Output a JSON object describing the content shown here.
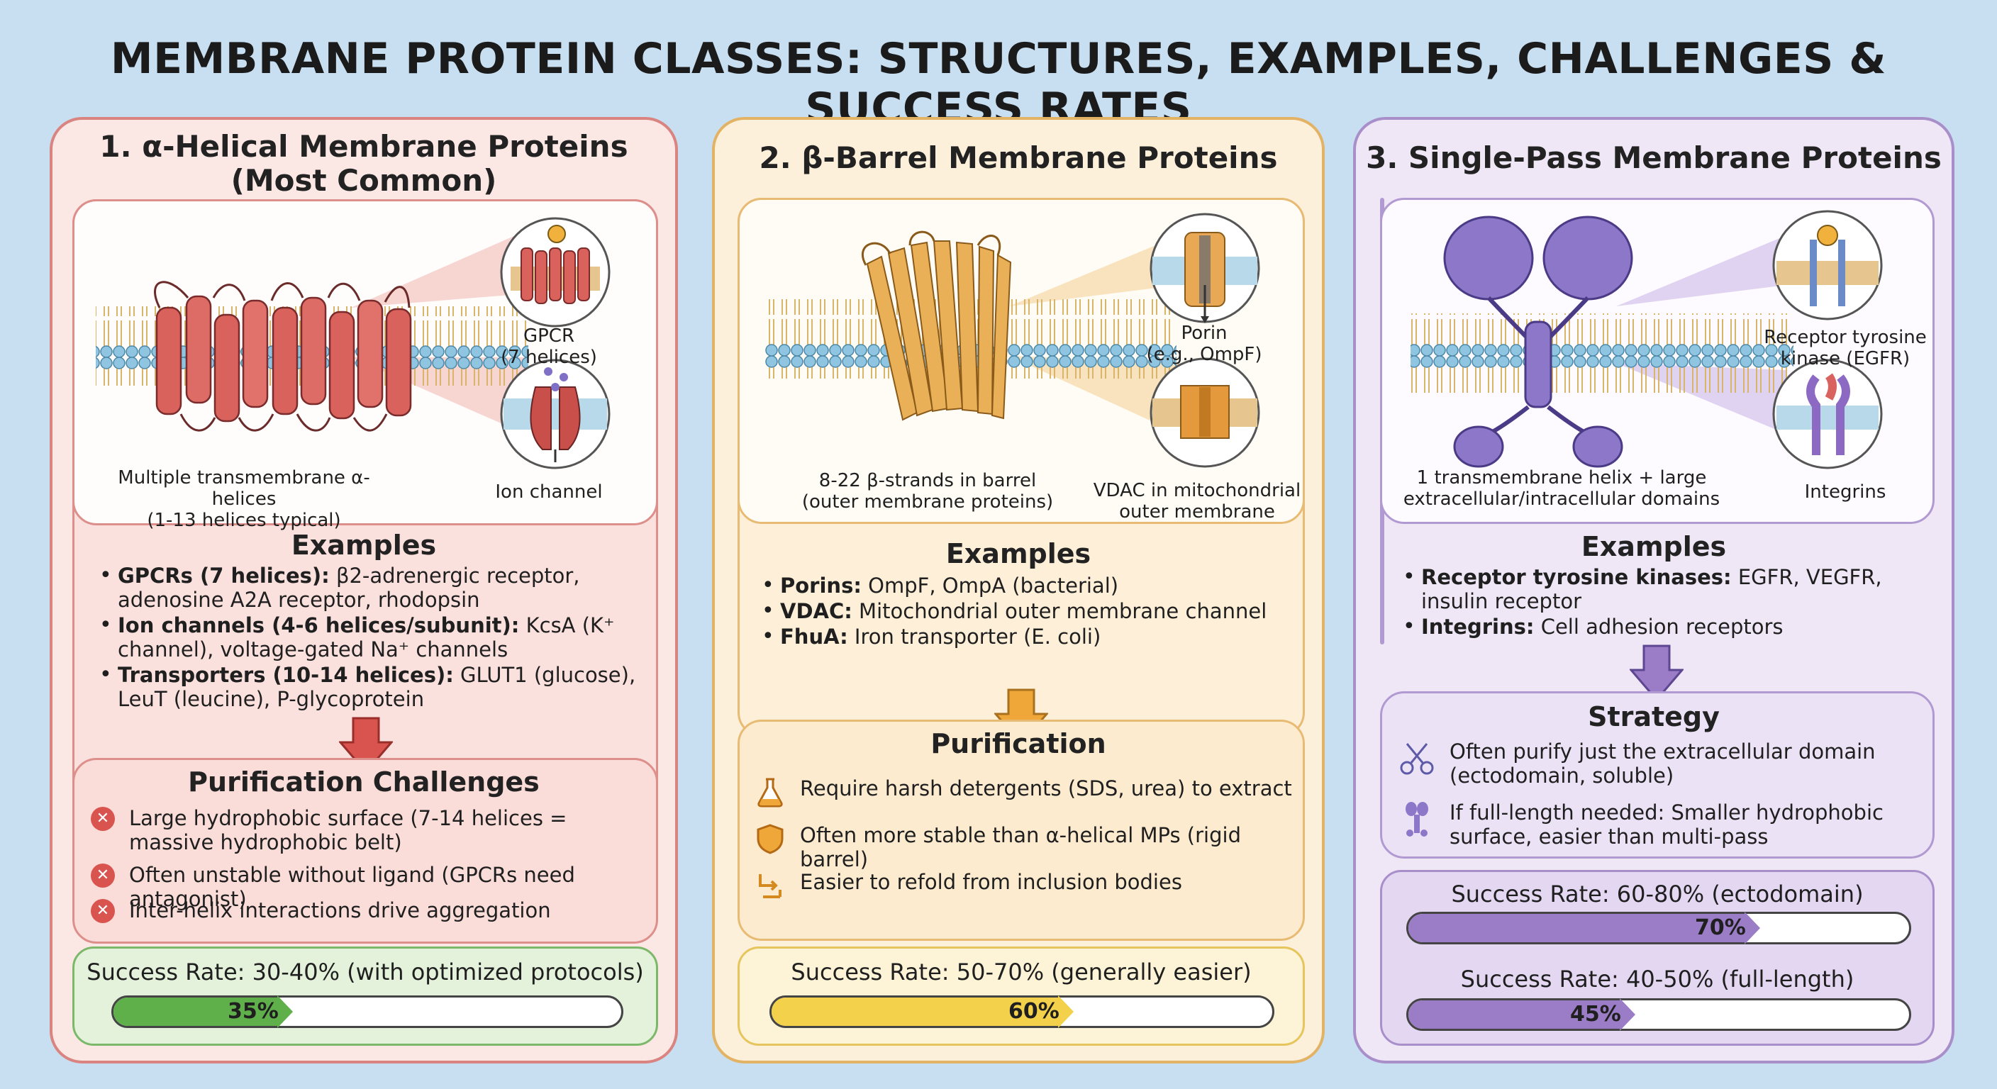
{
  "title": "MEMBRANE PROTEIN CLASSES: STRUCTURES, EXAMPLES, CHALLENGES & SUCCESS RATES",
  "col1": {
    "title_line1": "1. α-Helical Membrane Proteins",
    "title_line2": "(Most Common)",
    "diagram_caption_line1": "Multiple transmembrane α-helices",
    "diagram_caption_line2": "(1-13 helices typical)",
    "inset1_line1": "GPCR",
    "inset1_line2": "(7 helices)",
    "inset2": "Ion channel",
    "examples_title": "Examples",
    "examples": [
      {
        "bold": "GPCRs (7 helices):",
        "text": " β2-adrenergic receptor, adenosine A2A receptor, rhodopsin"
      },
      {
        "bold": "Ion channels (4-6 helices/subunit):",
        "text": " KcsA (K⁺ channel), voltage-gated Na⁺ channels"
      },
      {
        "bold": "Transporters (10-14 helices):",
        "text": " GLUT1 (glucose), LeuT (leucine), P-glycoprotein"
      }
    ],
    "challenges_title": "Purification Challenges",
    "challenges": [
      "Large hydrophobic surface (7-14 helices = massive hydrophobic belt)",
      "Often unstable without ligand (GPCRs need antagonist)",
      "Inter-helix interactions drive aggregation"
    ],
    "success_label": "Success Rate: 30-40% (with optimized protocols)",
    "success_pct_label": "35%",
    "success_value": 35,
    "bar_color": "#5fb04a"
  },
  "col2": {
    "title": "2. β-Barrel Membrane Proteins",
    "diagram_caption_line1": "8-22 β-strands in barrel",
    "diagram_caption_line2": "(outer membrane proteins)",
    "inset1_line1": "Porin",
    "inset1_line2": "(e.g., OmpF)",
    "inset2_line1": "VDAC in mitochondrial",
    "inset2_line2": "outer membrane",
    "examples_title": "Examples",
    "examples": [
      {
        "bold": "Porins:",
        "text": " OmpF, OmpA (bacterial)"
      },
      {
        "bold": "VDAC:",
        "text": " Mitochondrial outer membrane channel"
      },
      {
        "bold": "FhuA:",
        "text": " Iron transporter (E. coli)"
      }
    ],
    "purification_title": "Purification",
    "purification": [
      {
        "icon": "flask-icon",
        "text": "Require harsh detergents (SDS, urea) to extract"
      },
      {
        "icon": "shield-icon",
        "text": "Often more stable than α-helical MPs (rigid barrel)"
      },
      {
        "icon": "refold-arrows-icon",
        "text": "Easier to refold from inclusion bodies"
      }
    ],
    "success_label": "Success Rate: 50-70% (generally easier)",
    "success_pct_label": "60%",
    "success_value": 60,
    "bar_color": "#f4d14a"
  },
  "col3": {
    "title": "3. Single-Pass Membrane Proteins",
    "diagram_caption_line1": "1 transmembrane helix + large",
    "diagram_caption_line2": "extracellular/intracellular domains",
    "inset1_line1": "Receptor tyrosine",
    "inset1_line2": "kinase (EGFR)",
    "inset2": "Integrins",
    "examples_title": "Examples",
    "examples": [
      {
        "bold": "Receptor tyrosine kinases:",
        "text": " EGFR, VEGFR, insulin receptor"
      },
      {
        "bold": "Integrins:",
        "text": " Cell adhesion receptors"
      }
    ],
    "strategy_title": "Strategy",
    "strategy": [
      {
        "icon": "scissors-icon",
        "text": "Often purify just the extracellular domain (ectodomain, soluble)"
      },
      {
        "icon": "receptor-icon",
        "text": "If full-length needed: Smaller hydrophobic surface, easier than multi-pass"
      }
    ],
    "success1_label": "Success Rate: 60-80% (ectodomain)",
    "success1_pct_label": "70%",
    "success1_value": 70,
    "success2_label": "Success Rate: 40-50% (full-length)",
    "success2_pct_label": "45%",
    "success2_value": 45,
    "bar_color": "#9b7cc6"
  }
}
